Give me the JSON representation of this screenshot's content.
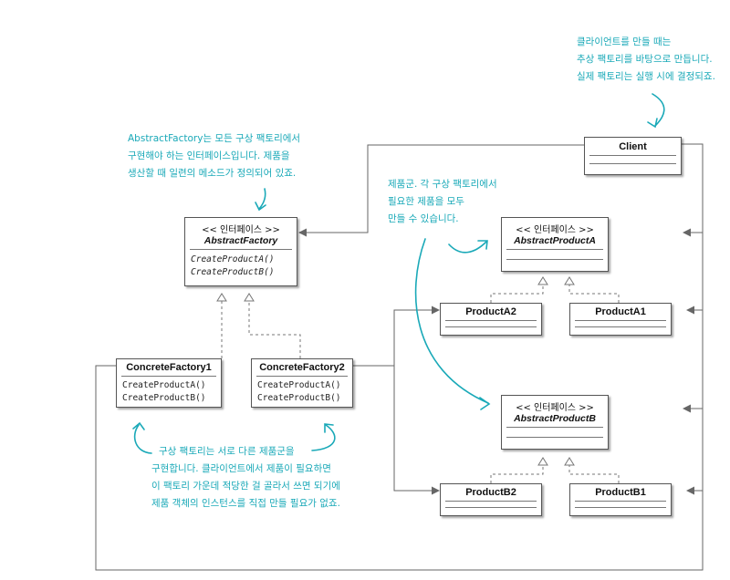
{
  "classes": {
    "client": {
      "name": "Client"
    },
    "abstract_factory": {
      "stereotype": "<< 인터페이스 >>",
      "name": "AbstractFactory",
      "ops": [
        "CreateProductA()",
        "CreateProductB()"
      ]
    },
    "concrete_factory1": {
      "name": "ConcreteFactory1",
      "ops": [
        "CreateProductA()",
        "CreateProductB()"
      ]
    },
    "concrete_factory2": {
      "name": "ConcreteFactory2",
      "ops": [
        "CreateProductA()",
        "CreateProductB()"
      ]
    },
    "abstract_product_a": {
      "stereotype": "<< 인터페이스 >>",
      "name": "AbstractProductA"
    },
    "abstract_product_b": {
      "stereotype": "<< 인터페이스 >>",
      "name": "AbstractProductB"
    },
    "product_a2": {
      "name": "ProductA2"
    },
    "product_a1": {
      "name": "ProductA1"
    },
    "product_b2": {
      "name": "ProductB2"
    },
    "product_b1": {
      "name": "ProductB1"
    }
  },
  "notes": {
    "client": [
      "클라이언트를 만들 때는",
      "추상 팩토리를 바탕으로 만듭니다.",
      "실제 팩토리는 실행 시에 결정되죠."
    ],
    "abstract_factory": [
      "AbstractFactory는 모든 구상 팩토리에서",
      "구현해야 하는 인터페이스입니다. 제품을",
      "생산할 때 일련의 메소드가 정의되어 있죠."
    ],
    "product_family": [
      "제품군. 각 구상 팩토리에서",
      "필요한 제품을 모두",
      "만들 수 있습니다."
    ],
    "concrete_factories": [
      "구상 팩토리는 서로 다른 제품군을",
      "구현합니다. 클라이언트에서 제품이 필요하면",
      "이 팩토리 가운데 적당한 걸 골라서 쓰면 되기에",
      "제품 객체의 인스턴스를 직접 만들 필요가 없죠."
    ]
  },
  "colors": {
    "note": "#1aa9b8",
    "line": "#666666",
    "box_border": "#555555"
  }
}
